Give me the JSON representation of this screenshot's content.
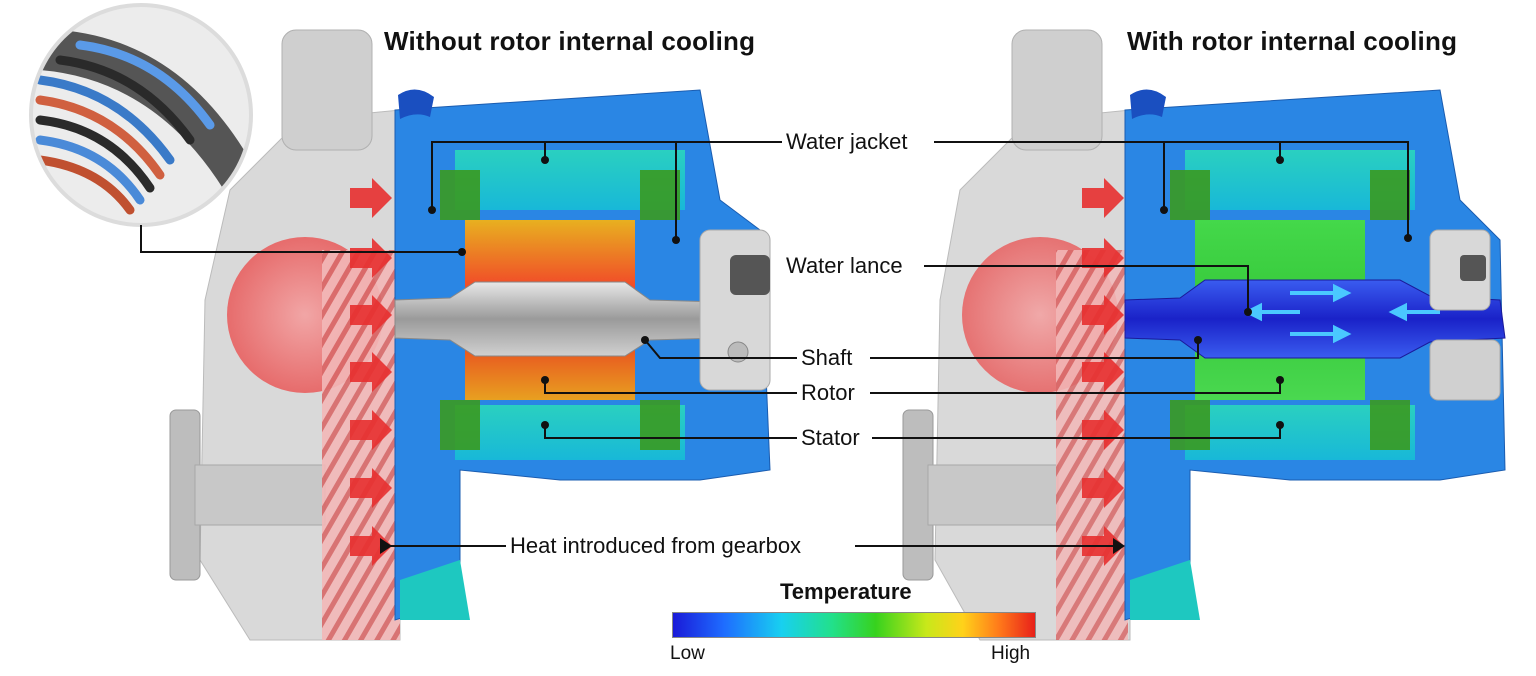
{
  "titles": {
    "left": "Without rotor internal cooling",
    "right": "With rotor internal cooling"
  },
  "labels": {
    "water_jacket": "Water jacket",
    "water_lance": "Water lance",
    "shaft": "Shaft",
    "rotor": "Rotor",
    "stator": "Stator",
    "heat": "Heat introduced from gearbox"
  },
  "legend": {
    "title": "Temperature",
    "low": "Low",
    "high": "High"
  },
  "colors": {
    "hot": "#e8301e",
    "warm": "#f0a020",
    "cool_green": "#3fd23a",
    "cyan": "#20c8d8",
    "housing_blue": "#2a7fe0",
    "deep_blue": "#1e2ad8",
    "gear_red": "#f07070"
  }
}
